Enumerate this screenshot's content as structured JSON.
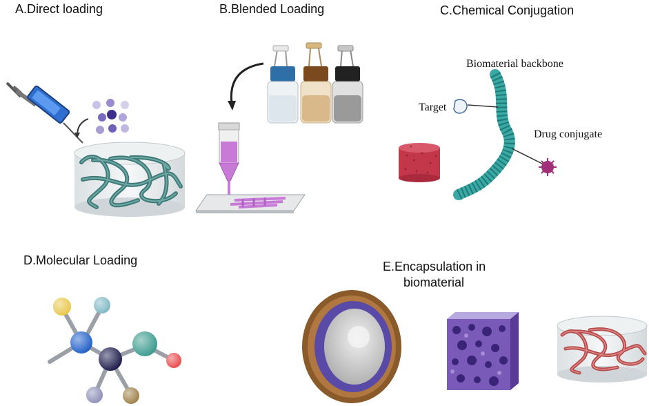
{
  "panels": {
    "a": {
      "title": "A.Direct loading"
    },
    "b": {
      "title": "B.Blended Loading"
    },
    "c": {
      "title": "C.Chemical Conjugation",
      "labels": {
        "backbone": "Biomaterial backbone",
        "target": "Target",
        "drug": "Drug conjugate"
      }
    },
    "d": {
      "title": "D.Molecular Loading"
    },
    "e": {
      "title_line1": "E.Encapsulation in",
      "title_line2": "biomaterial"
    }
  },
  "colors": {
    "hydrogel_strand": "#3d7a78",
    "bioink": "#c77ad6",
    "backbone": "#3aa8a4",
    "sponge": "#c4364a",
    "drug": "#a0307a",
    "bottle_caps": [
      "#2f6fa8",
      "#7a4a1e",
      "#222222"
    ],
    "bottle_liquids": [
      "#dde6ec",
      "#d9b98a",
      "#9a9a9a"
    ],
    "molecule_balls": [
      "#e9c64a",
      "#7fb8c4",
      "#1f5fc8",
      "#1c1a4a",
      "#3a9a8e",
      "#e84a4a",
      "#8f8fb8",
      "#a0804a"
    ],
    "capsule": "#5a4aa8",
    "scaffold": "#7a5ab8",
    "hydrogel_red": "#b54a4a"
  }
}
